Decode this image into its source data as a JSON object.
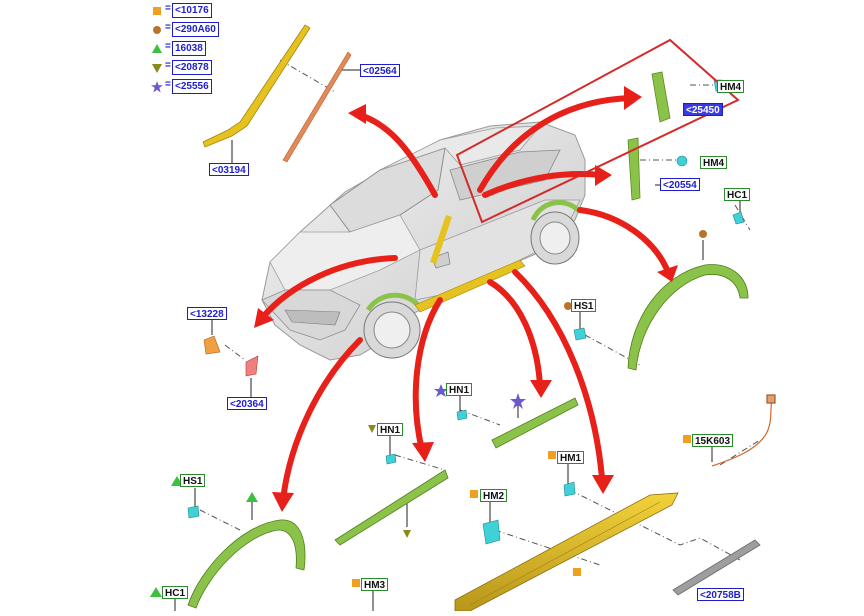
{
  "legend": {
    "items": [
      {
        "symbol": "square",
        "color": "#f0a020",
        "code": "<10176"
      },
      {
        "symbol": "circle",
        "color": "#b8742a",
        "code": "<290A60"
      },
      {
        "symbol": "triangle",
        "color": "#3fbf3f",
        "code": "16038"
      },
      {
        "symbol": "triangle-down",
        "color": "#8a8a1a",
        "code": "<20878"
      },
      {
        "symbol": "star",
        "color": "#6a5acd",
        "code": "<25556"
      }
    ]
  },
  "callouts": {
    "c02564": "<02564",
    "c03194": "<03194",
    "c25450": "<25450",
    "hm4_top": "HM4",
    "hm4_mid": "HM4",
    "c20554": "<20554",
    "hc1_right": "HC1",
    "c13228": "<13228",
    "c20364": "<20364",
    "hs1_right": "HS1",
    "hn1_star": "HN1",
    "hn1_left": "HN1",
    "hs1_left": "HS1",
    "hm1": "HM1",
    "c15k603": "15K603",
    "hm2": "HM2",
    "hm3": "HM3",
    "hc1_left": "HC1",
    "c20758b": "<20758B"
  },
  "colors": {
    "arrow": "#e8201a",
    "highlight_box": "#d42a2a",
    "part_green": "#7fbf2a",
    "part_yellow": "#e6c21f",
    "clip_cyan": "#3fd0d8",
    "label_blue": "#1d1dcf",
    "label_green": "#2b8a2b"
  }
}
